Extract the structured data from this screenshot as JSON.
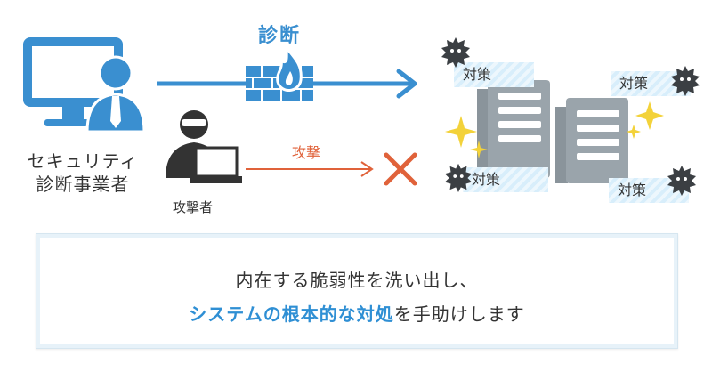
{
  "diagram": {
    "title": "診断",
    "security_vendor_line1": "セキュリティ",
    "security_vendor_line2": "診断事業者",
    "attacker_label": "攻撃者",
    "attack_label": "攻撃",
    "countermeasure_label": "対策"
  },
  "message": {
    "line1": "内在する脆弱性を洗い出し、",
    "line2_highlight": "システムの根本的な対処",
    "line2_rest": "を手助けします"
  },
  "colors": {
    "primary_blue": "#3a8fd0",
    "attack_orange": "#e0623a",
    "server_gray": "#9aa4ab",
    "sparkle_yellow": "#f3d23a"
  }
}
